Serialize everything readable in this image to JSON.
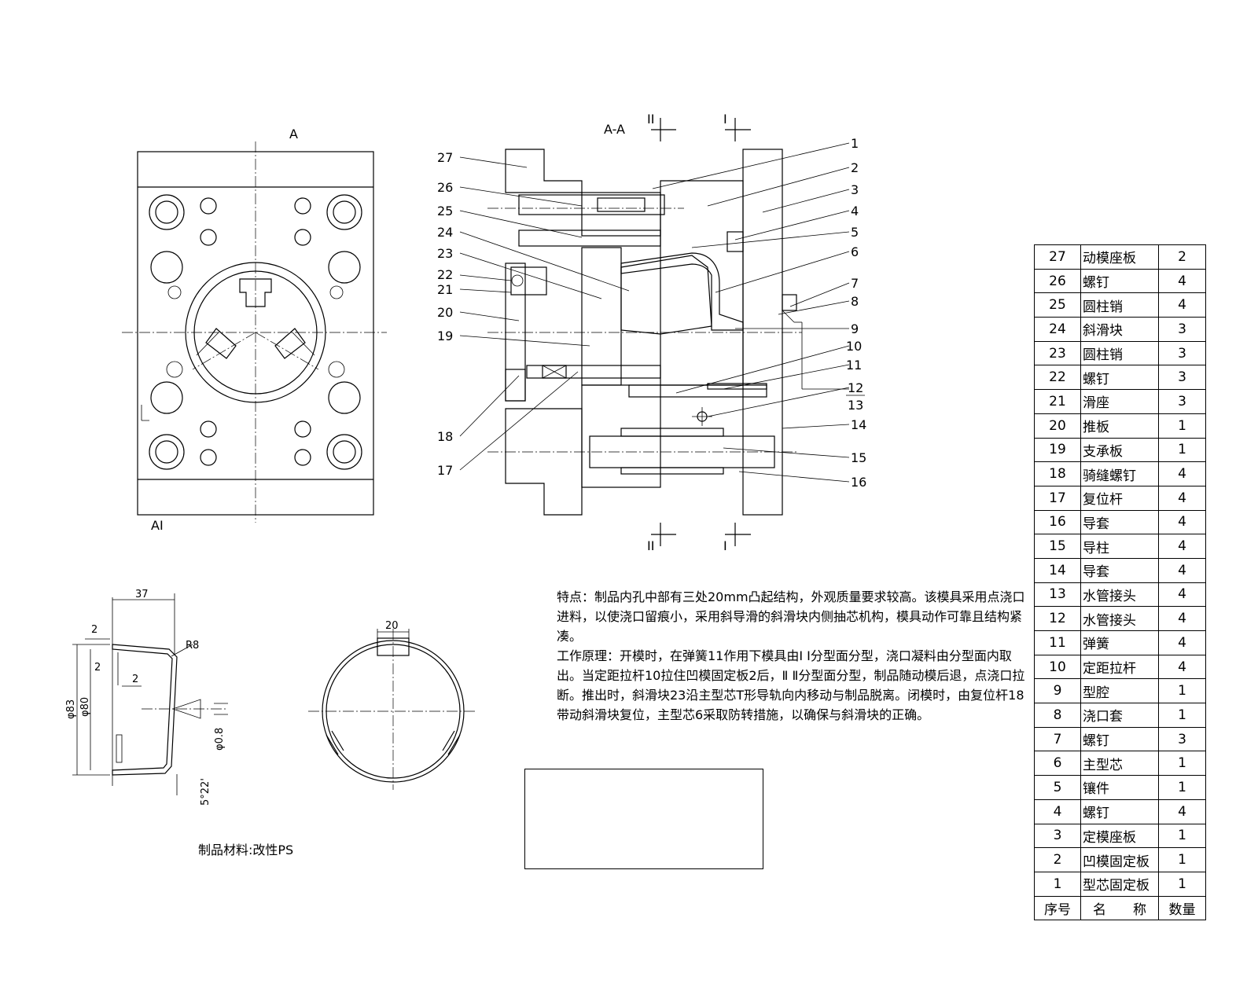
{
  "views": {
    "plan_label": "A",
    "plan_label_bottom": "AI",
    "section_label": "A-A",
    "sect_mark_2": "II",
    "sect_mark_1": "I"
  },
  "callouts": {
    "right": [
      "1",
      "2",
      "3",
      "4",
      "5",
      "6",
      "7",
      "8",
      "9",
      "10",
      "11",
      "12",
      "13",
      "14",
      "15",
      "16"
    ],
    "left": [
      "27",
      "26",
      "25",
      "24",
      "23",
      "22",
      "21",
      "20",
      "19",
      "18",
      "17"
    ]
  },
  "dims": {
    "width": "37",
    "t1": "2",
    "t2": "2",
    "t3": "2",
    "radius": "R8",
    "d83": "φ83",
    "d80": "φ80",
    "gate": "φ0.8",
    "draft": "5°22'",
    "slot": "20"
  },
  "material": "制品材料:改性PS",
  "description": {
    "features": "特点：制品内孔中部有三处20mm凸起结构，外观质量要求较高。该模具采用点浇口进料，以使浇口留痕小，采用斜导滑的斜滑块内侧抽芯机构，模具动作可靠且结构紧凑。",
    "principle": "工作原理：开模时，在弹簧11作用下模具由Ⅰ Ⅰ分型面分型，浇口凝料由分型面内取出。当定距拉杆10拉住凹模固定板2后，Ⅱ Ⅱ分型面分型，制品随动模后退，点浇口拉断。推出时，斜滑块23沿主型芯T形导轨向内移动与制品脱离。闭模时，由复位杆18带动斜滑块复位，主型芯6采取防转措施，以确保与斜滑块的正确。"
  },
  "bom": {
    "header": {
      "no": "序号",
      "name": "名　　称",
      "qty": "数量"
    },
    "rows": [
      {
        "no": "27",
        "name": "动模座板",
        "qty": "2"
      },
      {
        "no": "26",
        "name": "螺钉",
        "qty": "4"
      },
      {
        "no": "25",
        "name": "圆柱销",
        "qty": "4"
      },
      {
        "no": "24",
        "name": "斜滑块",
        "qty": "3"
      },
      {
        "no": "23",
        "name": "圆柱销",
        "qty": "3"
      },
      {
        "no": "22",
        "name": "螺钉",
        "qty": "3"
      },
      {
        "no": "21",
        "name": "滑座",
        "qty": "3"
      },
      {
        "no": "20",
        "name": "推板",
        "qty": "1"
      },
      {
        "no": "19",
        "name": "支承板",
        "qty": "1"
      },
      {
        "no": "18",
        "name": "骑缝螺钉",
        "qty": "4"
      },
      {
        "no": "17",
        "name": "复位杆",
        "qty": "4"
      },
      {
        "no": "16",
        "name": "导套",
        "qty": "4"
      },
      {
        "no": "15",
        "name": "导柱",
        "qty": "4"
      },
      {
        "no": "14",
        "name": "导套",
        "qty": "4"
      },
      {
        "no": "13",
        "name": "水管接头",
        "qty": "4"
      },
      {
        "no": "12",
        "name": "水管接头",
        "qty": "4"
      },
      {
        "no": "11",
        "name": "弹簧",
        "qty": "4"
      },
      {
        "no": "10",
        "name": "定距拉杆",
        "qty": "4"
      },
      {
        "no": "9",
        "name": "型腔",
        "qty": "1"
      },
      {
        "no": "8",
        "name": "浇口套",
        "qty": "1"
      },
      {
        "no": "7",
        "name": "螺钉",
        "qty": "3"
      },
      {
        "no": "6",
        "name": "主型芯",
        "qty": "1"
      },
      {
        "no": "5",
        "name": "镶件",
        "qty": "1"
      },
      {
        "no": "4",
        "name": "螺钉",
        "qty": "4"
      },
      {
        "no": "3",
        "name": "定模座板",
        "qty": "1"
      },
      {
        "no": "2",
        "name": "凹模固定板",
        "qty": "1"
      },
      {
        "no": "1",
        "name": "型芯固定板",
        "qty": "1"
      }
    ]
  }
}
